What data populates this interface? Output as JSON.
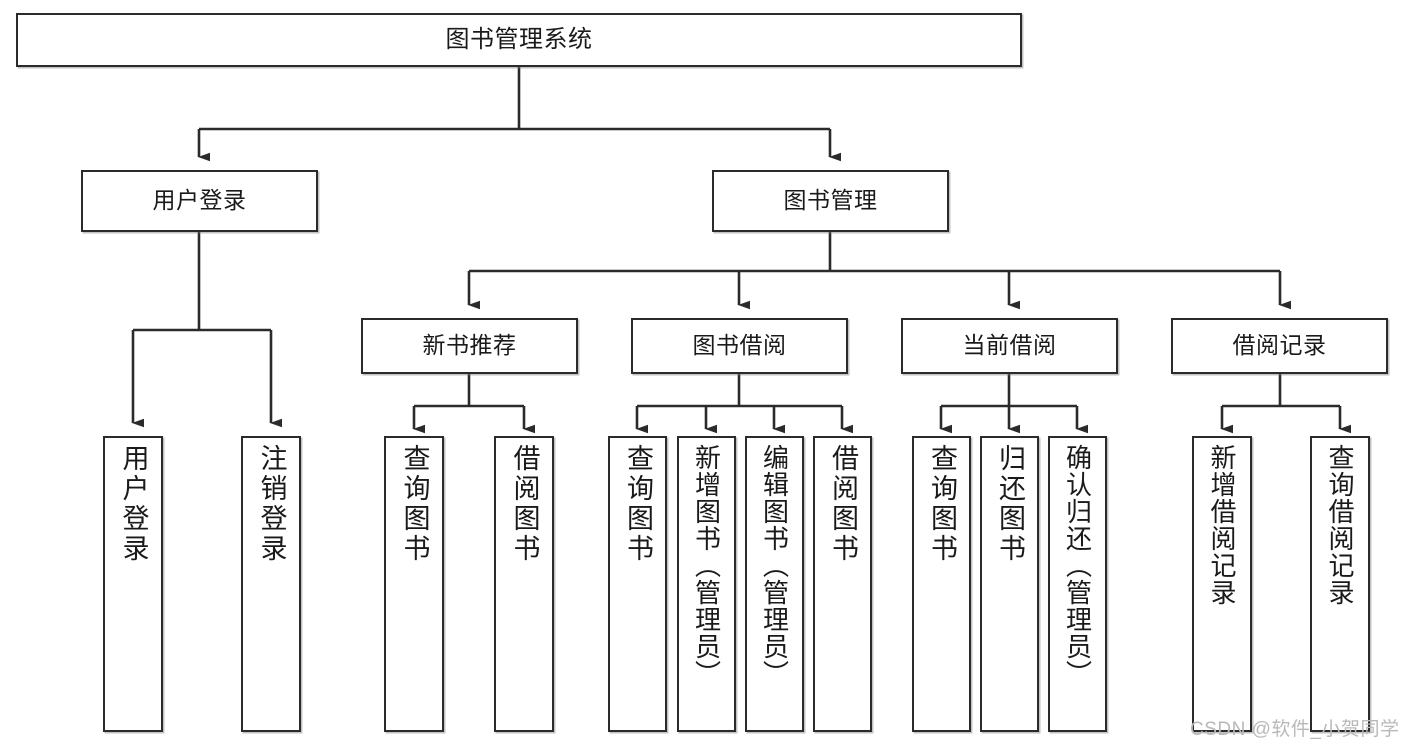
{
  "diagram": {
    "type": "hierarchy-tree",
    "title": "图书管理系统",
    "watermark": "CSDN @软件_小贺同学",
    "colors": {
      "stroke": "#2b2b2b",
      "fill": "#ffffff",
      "text": "#1a1a1a",
      "watermark": "#b9b9b9"
    },
    "levels": {
      "root": {
        "label": "图书管理系统"
      },
      "level1": [
        {
          "label": "用户登录"
        },
        {
          "label": "图书管理"
        }
      ],
      "level2": [
        {
          "label": "新书推荐"
        },
        {
          "label": "图书借阅"
        },
        {
          "label": "当前借阅"
        },
        {
          "label": "借阅记录"
        }
      ],
      "leaves": {
        "user_login": [
          {
            "label": "用户登录"
          },
          {
            "label": "注销登录"
          }
        ],
        "new_book_recommend": [
          {
            "label": "查询图书"
          },
          {
            "label": "借阅图书"
          }
        ],
        "book_borrow": [
          {
            "label": "查询图书"
          },
          {
            "label": "新增图书（管理员）"
          },
          {
            "label": "编辑图书（管理员）"
          },
          {
            "label": "借阅图书"
          }
        ],
        "current_borrow": [
          {
            "label": "查询图书"
          },
          {
            "label": "归还图书"
          },
          {
            "label": "确认归还（管理员）"
          }
        ],
        "borrow_records": [
          {
            "label": "新增借阅记录"
          },
          {
            "label": "查询借阅记录"
          }
        ]
      }
    }
  }
}
